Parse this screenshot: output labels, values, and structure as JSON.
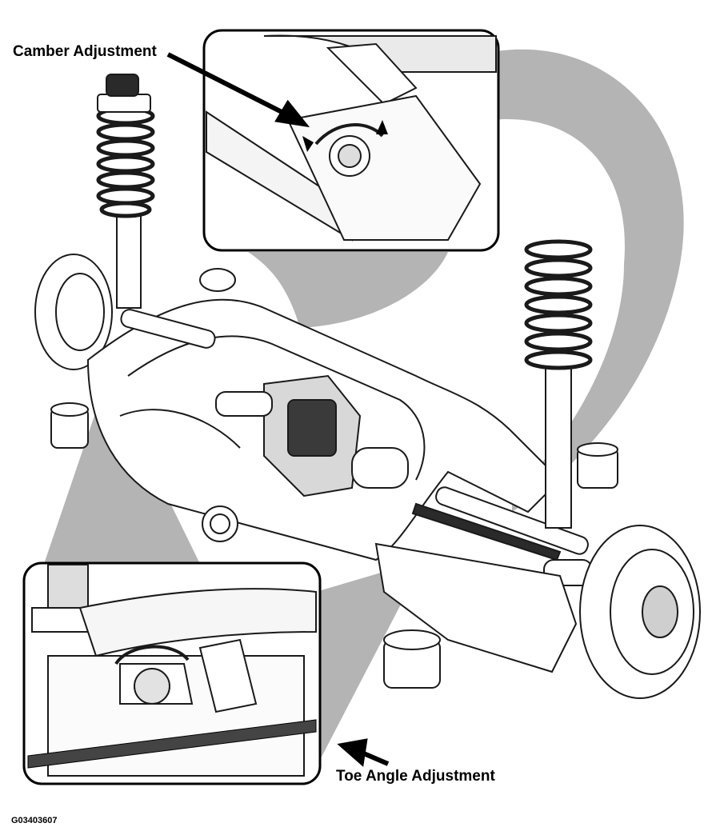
{
  "labels": {
    "camber": "Camber Adjustment",
    "toe": "Toe Angle Adjustment",
    "figure_code": "G03403607"
  },
  "colors": {
    "callout_fill": "#b4b4b4",
    "line": "#1a1a1a",
    "background": "#ffffff"
  },
  "icons": {
    "camber_arrow": "leader-arrow",
    "toe_arrow": "leader-arrow",
    "rotation_marks": "double-headed-curved-arrow"
  }
}
